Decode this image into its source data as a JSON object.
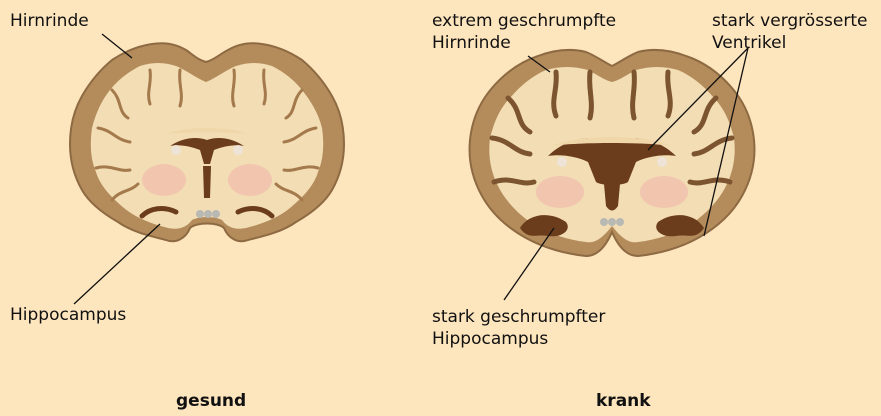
{
  "labels": {
    "healthy_cortex": "Hirnrinde",
    "healthy_hippocampus": "Hippocampus",
    "sick_cortex_line1": "extrem geschrumpfte",
    "sick_cortex_line2": "Hirnrinde",
    "sick_ventricles_line1": "stark vergrösserte",
    "sick_ventricles_line2": "Ventrikel",
    "sick_hippocampus_line1": "stark geschrumpfter",
    "sick_hippocampus_line2": "Hippocampus"
  },
  "captions": {
    "healthy": "gesund",
    "sick": "krank"
  },
  "colors": {
    "background": "#fde5bd",
    "cortex": "#b48c5c",
    "cortex_edge": "#8e6a42",
    "white_matter": "#f3ddb4",
    "ventricle": "#6b3d1c",
    "basal_ganglia": "#f2c6ae"
  }
}
